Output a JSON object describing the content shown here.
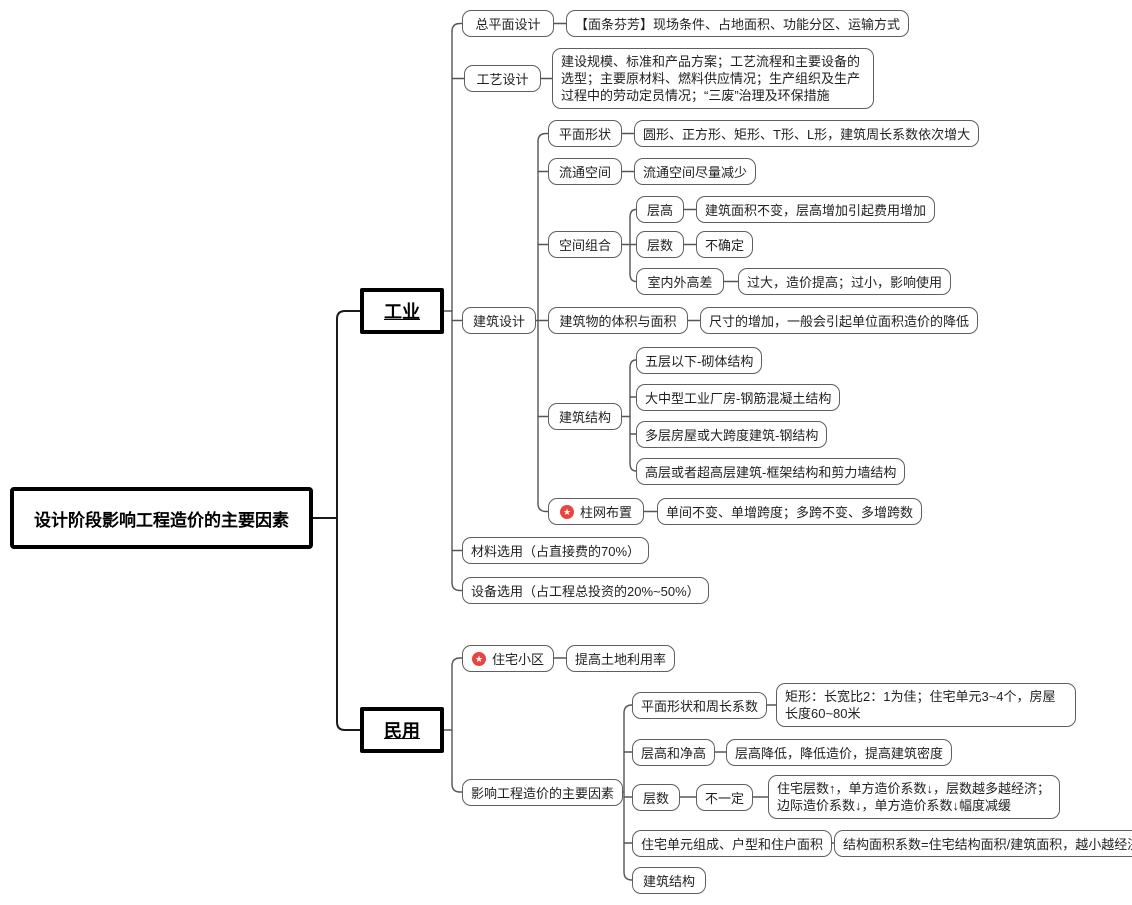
{
  "colors": {
    "badge_red": "#e8453f"
  },
  "nodes": {
    "root": "设计阶段影响工程造价的主要因素",
    "industrial": "工业",
    "civil": "民用",
    "general_plan": "总平面设计",
    "general_plan_note": "【面条芬芳】现场条件、占地面积、功能分区、运输方式",
    "process_design": "工艺设计",
    "process_design_note": "建设规模、标准和产品方案；工艺流程和主要设备的选型；主要原材料、燃料供应情况；生产组织及生产过程中的劳动定员情况；“三废”治理及环保措施",
    "architectural_design": "建筑设计",
    "plan_shape": "平面形状",
    "plan_shape_note": "圆形、正方形、矩形、T形、L形，建筑周长系数依次增大",
    "circulation_space": "流通空间",
    "circulation_space_note": "流通空间尽量减少",
    "space_combination": "空间组合",
    "storey_height": "层高",
    "storey_height_note": "建筑面积不变，层高增加引起费用增加",
    "storey_count": "层数",
    "storey_count_note": "不确定",
    "indoor_outdoor_height_diff": "室内外高差",
    "indoor_outdoor_height_diff_note": "过大，造价提高；过小，影响使用",
    "building_volume_area": "建筑物的体积与面积",
    "building_volume_area_note": "尺寸的增加，一般会引起单位面积造价的降低",
    "building_structure": "建筑结构",
    "structure_masonry": "五层以下-砌体结构",
    "structure_rc": "大中型工业厂房-钢筋混凝土结构",
    "structure_steel": "多层房屋或大跨度建筑-钢结构",
    "structure_frame_shear": "高层或者超高层建筑-框架结构和剪力墙结构",
    "column_grid": "柱网布置",
    "column_grid_note": "单间不变、单增跨度；多跨不变、多增跨数",
    "material_selection": "材料选用（占直接费的70%）",
    "equipment_selection": "设备选用（占工程总投资的20%~50%）",
    "residential_area": "住宅小区",
    "residential_area_note": "提高土地利用率",
    "cost_factors": "影响工程造价的主要因素",
    "plan_shape_perimeter": "平面形状和周长系数",
    "plan_shape_perimeter_note": "矩形：长宽比2：1为佳；住宅单元3~4个，房屋长度60~80米",
    "height_clear_height": "层高和净高",
    "height_clear_height_note": "层高降低，降低造价，提高建筑密度",
    "floors": "层数",
    "floors_uncertain": "不一定",
    "floors_note": "住宅层数↑，单方造价系数↓，层数越多越经济；边际造价系数↓，单方造价系数↓幅度减缓",
    "unit_composition": "住宅单元组成、户型和住户面积",
    "unit_composition_note": "结构面积系数=住宅结构面积/建筑面积，越小越经济",
    "civil_building_structure": "建筑结构",
    "star_icon_glyph": "★"
  }
}
